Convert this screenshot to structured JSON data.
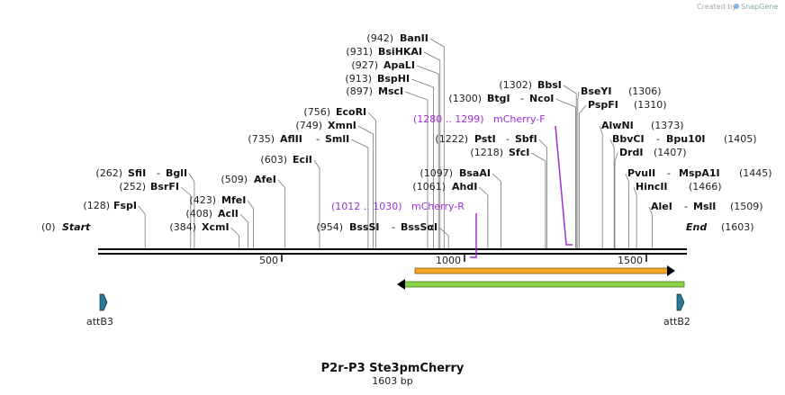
{
  "credit": {
    "prefix": "Created by",
    "brand": "SnapGene"
  },
  "title": "P2r-P3 Ste3pmCherry",
  "subtitle": "1603 bp",
  "seq_length": 1603,
  "start_label": {
    "pos": "(0)",
    "name": "Start"
  },
  "end_label": {
    "name": "End",
    "pos": "(1603)"
  },
  "ticks": [
    {
      "value": 500,
      "label": "500"
    },
    {
      "value": 1000,
      "label": "1000"
    },
    {
      "value": 1500,
      "label": "1500"
    }
  ],
  "enzymes": [
    {
      "pos": "(128)",
      "name": "FspI",
      "site": 128,
      "dir": "left"
    },
    {
      "pos": "(252)",
      "name": "BsrFI",
      "site": 252,
      "dir": "left"
    },
    {
      "pos": "(262)",
      "name": "SfiI",
      "name2": "BglI",
      "site": 262,
      "dir": "left"
    },
    {
      "pos": "(384)",
      "name": "XcmI",
      "site": 384,
      "dir": "left"
    },
    {
      "pos": "(408)",
      "name": "AclI",
      "site": 408,
      "dir": "left"
    },
    {
      "pos": "(423)",
      "name": "MfeI",
      "site": 423,
      "dir": "left"
    },
    {
      "pos": "(509)",
      "name": "AfeI",
      "site": 509,
      "dir": "left"
    },
    {
      "pos": "(603)",
      "name": "EciI",
      "site": 603,
      "dir": "left"
    },
    {
      "pos": "(735)",
      "name": "AflII",
      "name2": "SmlI",
      "site": 735,
      "dir": "left"
    },
    {
      "pos": "(749)",
      "name": "XmnI",
      "site": 749,
      "dir": "left"
    },
    {
      "pos": "(756)",
      "name": "EcoRI",
      "site": 756,
      "dir": "left"
    },
    {
      "pos": "(897)",
      "name": "MscI",
      "site": 897,
      "dir": "left"
    },
    {
      "pos": "(913)",
      "name": "BspHI",
      "site": 913,
      "dir": "left"
    },
    {
      "pos": "(927)",
      "name": "ApaLI",
      "site": 927,
      "dir": "left"
    },
    {
      "pos": "(931)",
      "name": "BsiHKAI",
      "site": 931,
      "dir": "left"
    },
    {
      "pos": "(942)",
      "name": "BanII",
      "site": 942,
      "dir": "left"
    },
    {
      "pos": "(954)",
      "name": "BssSI",
      "name2": "BssSαI",
      "site": 954,
      "dir": "left"
    },
    {
      "pos": "(1061)",
      "name": "AhdI",
      "site": 1061,
      "dir": "left"
    },
    {
      "pos": "(1097)",
      "name": "BsaAI",
      "site": 1097,
      "dir": "left"
    },
    {
      "pos": "(1218)",
      "name": "SfcI",
      "site": 1218,
      "dir": "left"
    },
    {
      "pos": "(1222)",
      "name": "PstI",
      "name2": "SbfI",
      "site": 1222,
      "dir": "left"
    },
    {
      "pos": "(1300)",
      "name": "BtgI",
      "name2": "NcoI",
      "site": 1300,
      "dir": "left"
    },
    {
      "pos": "(1302)",
      "name": "BbsI",
      "site": 1302,
      "dir": "left"
    },
    {
      "pos": "(1306)",
      "name": "BseYI",
      "site": 1306,
      "dir": "right"
    },
    {
      "pos": "(1310)",
      "name": "PspFI",
      "site": 1310,
      "dir": "right"
    },
    {
      "pos": "(1373)",
      "name": "AlwNI",
      "site": 1373,
      "dir": "right"
    },
    {
      "pos": "(1405)",
      "name": "BbvCI",
      "name2": "Bpu10I",
      "site": 1405,
      "dir": "right"
    },
    {
      "pos": "(1407)",
      "name": "DrdI",
      "site": 1407,
      "dir": "right"
    },
    {
      "pos": "(1445)",
      "name": "PvuII",
      "name2": "MspA1I",
      "site": 1445,
      "dir": "right"
    },
    {
      "pos": "(1466)",
      "name": "HincII",
      "site": 1466,
      "dir": "right"
    },
    {
      "pos": "(1509)",
      "name": "AleI",
      "name2": "MslI",
      "site": 1509,
      "dir": "right"
    }
  ],
  "primers": [
    {
      "range": "(1280 .. 1299)",
      "name": "mCherry-F",
      "start": 1280,
      "end": 1299
    },
    {
      "range": "(1012 .. 1030)",
      "name": "mCherry-R",
      "start": 1012,
      "end": 1030
    }
  ],
  "features": [
    {
      "name": "attB3",
      "site": 0,
      "color": "#2a7a96"
    },
    {
      "name": "attB2",
      "site": 1603,
      "color": "#2a7a96"
    }
  ],
  "colors": {
    "primer": "#9b30d9",
    "orange_arrow": "#f5a623",
    "green_arrow": "#8ad24a",
    "backbone": "#000000"
  }
}
